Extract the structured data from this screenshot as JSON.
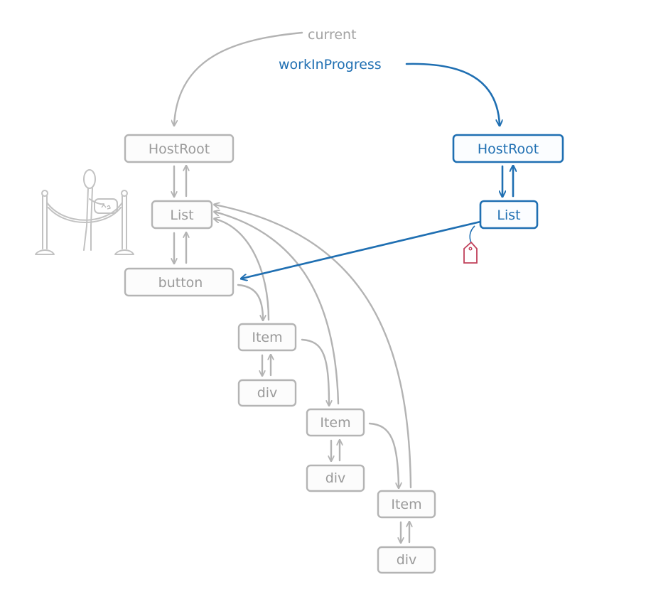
{
  "pointers": {
    "current": "current",
    "work_in_progress": "workInProgress"
  },
  "current_tree": {
    "host_root": "HostRoot",
    "list": "List",
    "button": "button",
    "item_1": "Item",
    "div_1": "div",
    "item_2": "Item",
    "div_2": "div",
    "item_3": "Item",
    "div_3": "div"
  },
  "wip_tree": {
    "host_root": "HostRoot",
    "list": "List"
  },
  "colors": {
    "current": "#b3b3b3",
    "work_in_progress": "#1f6fb2",
    "tag": "#c0405a"
  },
  "icons": [
    "rope-barrier-icon",
    "stick-figure-icon",
    "price-tag-icon"
  ]
}
